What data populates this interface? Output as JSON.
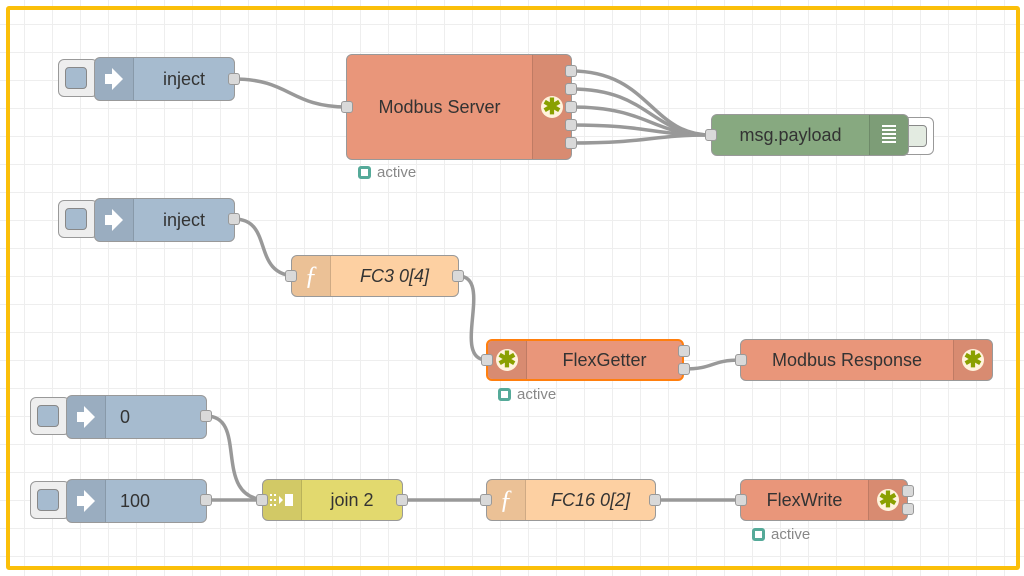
{
  "flow": {
    "nodes": {
      "inject1": {
        "label": "inject",
        "type": "inject",
        "icon": "arrow-in-icon"
      },
      "modbus_server": {
        "label": "Modbus Server",
        "type": "modbus-server",
        "icon": "modbus-icon",
        "status": "active"
      },
      "debug": {
        "label": "msg.payload",
        "type": "debug",
        "icon": "debug-list-icon"
      },
      "inject2": {
        "label": "inject",
        "type": "inject",
        "icon": "arrow-in-icon"
      },
      "fc3": {
        "label": "FC3 0[4]",
        "type": "function",
        "icon": "function-icon"
      },
      "flexgetter": {
        "label": "FlexGetter",
        "type": "modbus-flex-getter",
        "icon": "modbus-icon",
        "status": "active"
      },
      "modbus_response": {
        "label": "Modbus Response",
        "type": "modbus-response",
        "icon": "modbus-icon"
      },
      "inject0": {
        "label": "0",
        "type": "inject",
        "icon": "arrow-in-icon"
      },
      "inject100": {
        "label": "100",
        "type": "inject",
        "icon": "arrow-in-icon"
      },
      "join": {
        "label": "join 2",
        "type": "join",
        "icon": "join-icon"
      },
      "fc16": {
        "label": "FC16 0[2]",
        "type": "function",
        "icon": "function-icon"
      },
      "flexwrite": {
        "label": "FlexWrite",
        "type": "modbus-flex-write",
        "icon": "modbus-icon",
        "status": "active"
      }
    },
    "colors": {
      "inject": "#a6bbcf",
      "modbus": "#e9967a",
      "debug": "#87a980",
      "function": "#fdd0a2",
      "join": "#e2d96e",
      "frame": "#fbbf09",
      "status": "#55aa88",
      "selected": "#ff7f0e"
    }
  }
}
